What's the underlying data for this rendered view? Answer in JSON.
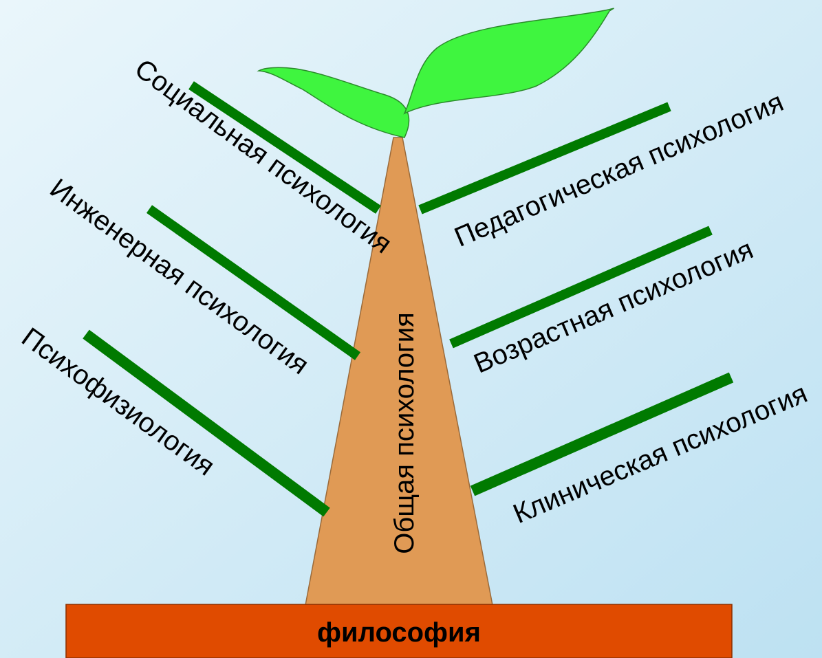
{
  "diagram": {
    "base": {
      "label": "философия",
      "color": "#e04b00"
    },
    "trunk": {
      "label": "Общая психология",
      "color": "#e09a55"
    },
    "leaves": {
      "icon": "leaf-icon",
      "color": "#3ff53f"
    },
    "branch_color": "#007a00",
    "background": {
      "from": "#eaf6fb",
      "to": "#bde1f2"
    },
    "branches": {
      "social": "Социальная психология",
      "engineering": "Инженерная психология",
      "psychophysiology": "Психофизиология",
      "pedagogical": "Педагогическая психология",
      "developmental": "Возрастная психология",
      "clinical": "Клиническая психология"
    }
  }
}
